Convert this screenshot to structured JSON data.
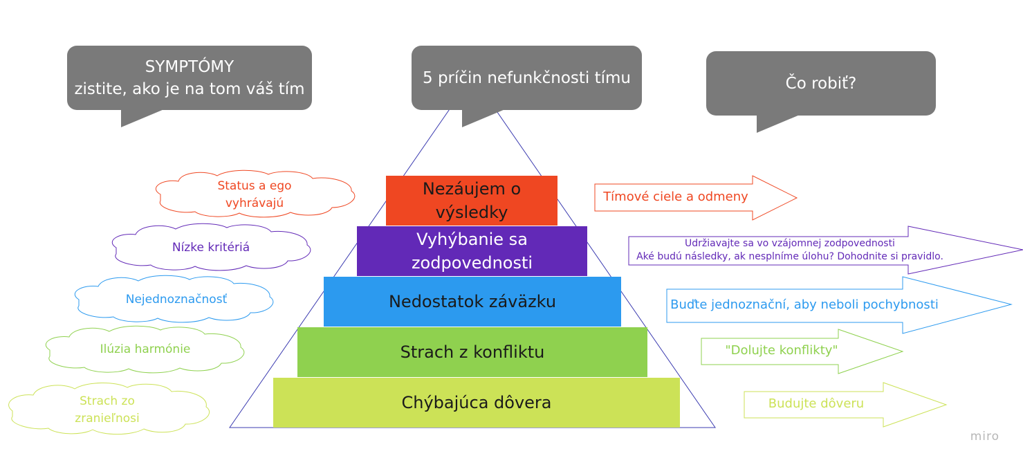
{
  "bubbles": {
    "symptoms_title": "SYMPTÓMY",
    "symptoms_subtitle": "zistite, ako je na tom váš tím",
    "causes": "5 príčin nefunkčnosti tímu",
    "actions": "Čo robiť?"
  },
  "pyramid": {
    "layers": [
      {
        "label": "Nezáujem o výsledky",
        "color": "#ef4722"
      },
      {
        "label": "Vyhýbanie sa zodpovednosti",
        "color": "#6229b7"
      },
      {
        "label": "Nedostatok záväzku",
        "color": "#2c9aef"
      },
      {
        "label": "Strach z konfliktu",
        "color": "#8fd14f"
      },
      {
        "label": "Chýbajúca dôvera",
        "color": "#cce257"
      }
    ]
  },
  "symptoms": [
    {
      "label": "Status a ego vyhrávajú",
      "color": "#ef4722"
    },
    {
      "label": "Nízke kritériá",
      "color": "#6229b7"
    },
    {
      "label": "Nejednoznačnosť",
      "color": "#2c9aef"
    },
    {
      "label": "Ilúzia harmónie",
      "color": "#8fd14f"
    },
    {
      "label": "Strach zo zranieľnosi",
      "color": "#cce257"
    }
  ],
  "actions": [
    {
      "label": "Tímové ciele a odmeny",
      "color": "#ef4722"
    },
    {
      "line1": "Udržiavajte sa vo vzájomnej zodpovednosti",
      "line2": "Aké budú následky, ak nesplníme úlohu? Dohodnite si pravidlo.",
      "color": "#6229b7"
    },
    {
      "label": "Buďte jednoznační, aby neboli pochybnosti",
      "color": "#2c9aef"
    },
    {
      "label": "\"Dolujte konflikty\"",
      "color": "#8fd14f"
    },
    {
      "label": "Budujte dôveru",
      "color": "#cce257"
    }
  ],
  "logo": "miro"
}
